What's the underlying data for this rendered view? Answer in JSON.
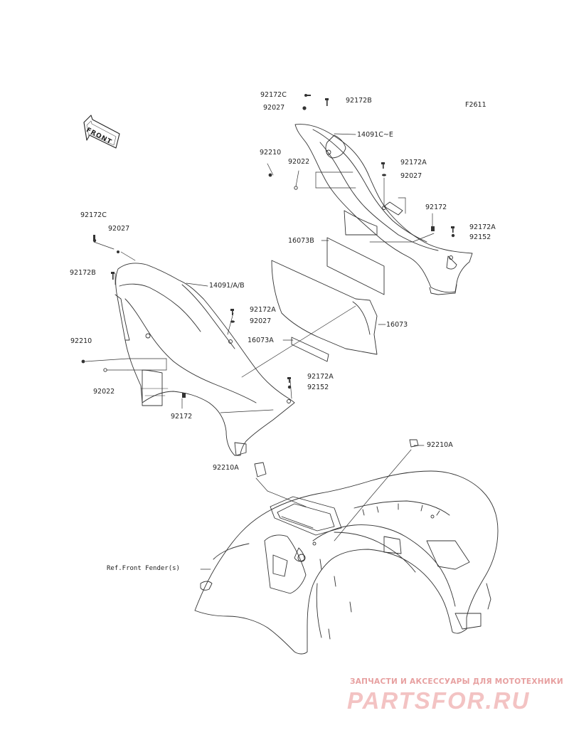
{
  "figure_id": "F2611",
  "front_arrow_text": "FRONT",
  "labels": {
    "p92172C_top": "92172C",
    "p92027_top": "92027",
    "p92172B_top": "92172B",
    "p14091C_E": "14091C~E",
    "p92210_right": "92210",
    "p92022_right": "92022",
    "p92172A_r1": "92172A",
    "p92027_r1": "92027",
    "p92172_r": "92172",
    "p92172A_r2": "92172A",
    "p92152_r": "92152",
    "p16073B": "16073B",
    "p92172C_left": "92172C",
    "p92027_left": "92027",
    "p92172B_left": "92172B",
    "p14091_A_B": "14091/A/B",
    "p92172A_l1": "92172A",
    "p92027_l1": "92027",
    "p16073": "16073",
    "p16073A": "16073A",
    "p92210_left": "92210",
    "p92172A_l2": "92172A",
    "p92152_l": "92152",
    "p92022_left": "92022",
    "p92172_l": "92172",
    "p92210A_right": "92210A",
    "p92210A_left": "92210A",
    "ref_front_fender": "Ref.Front Fender(s)"
  },
  "watermark": {
    "subtitle": "ЗАПЧАСТИ И АКСЕССУАРЫ ДЛЯ МОТОТЕХНИКИ",
    "logo": "PARTSFOR.RU"
  }
}
